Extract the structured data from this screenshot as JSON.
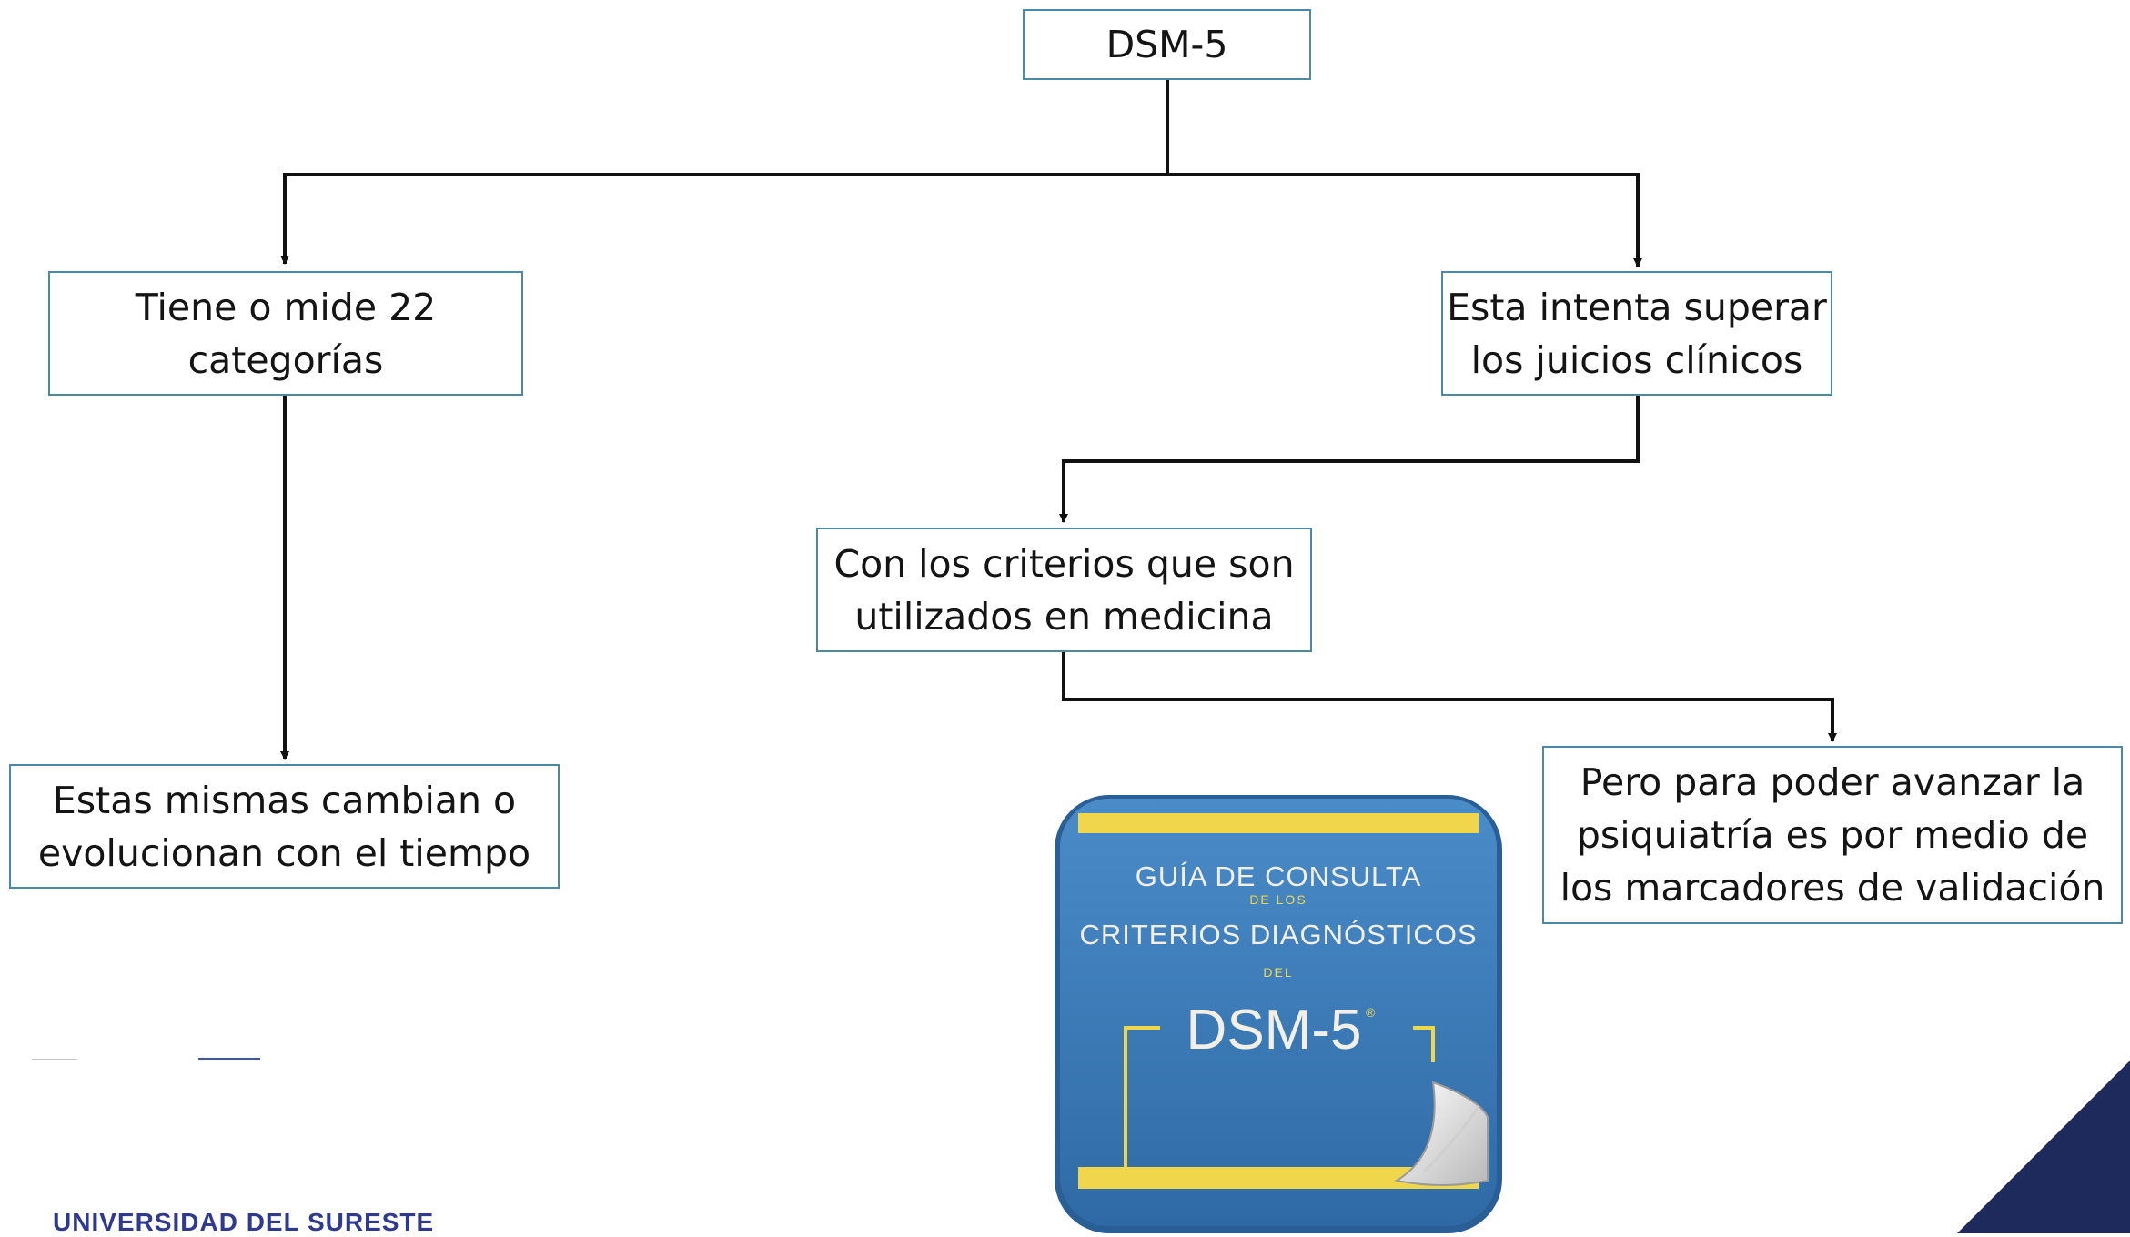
{
  "diagram": {
    "root": {
      "label": "DSM-5"
    },
    "nodes": {
      "categorias": {
        "lines": [
          "Tiene o mide 22",
          "categorías"
        ]
      },
      "evolucionan": {
        "lines": [
          "Estas mismas cambian o",
          "evolucionan con el tiempo"
        ]
      },
      "juicios": {
        "lines": [
          "Esta intenta superar",
          "los juicios clínicos"
        ]
      },
      "criterios": {
        "lines": [
          "Con los criterios que son",
          "utilizados en medicina"
        ]
      },
      "marcadores": {
        "lines": [
          "Pero para poder avanzar la",
          "psiquiatría es por medio de",
          "los marcadores de validación"
        ]
      }
    }
  },
  "book_image": {
    "line1": "GUÍA DE CONSULTA",
    "line2": "DE LOS",
    "line3": "CRITERIOS DIAGNÓSTICOS",
    "line4": "DEL",
    "title": "DSM-5",
    "registered": "®"
  },
  "footer": {
    "institution": "UNIVERSIDAD DEL SURESTE"
  },
  "colors": {
    "box_border": "#4a8aa6",
    "connector": "#111111",
    "book_blue": "#3b78b4",
    "book_yellow": "#f0d64a",
    "brand_navy": "#1f2a5c"
  }
}
